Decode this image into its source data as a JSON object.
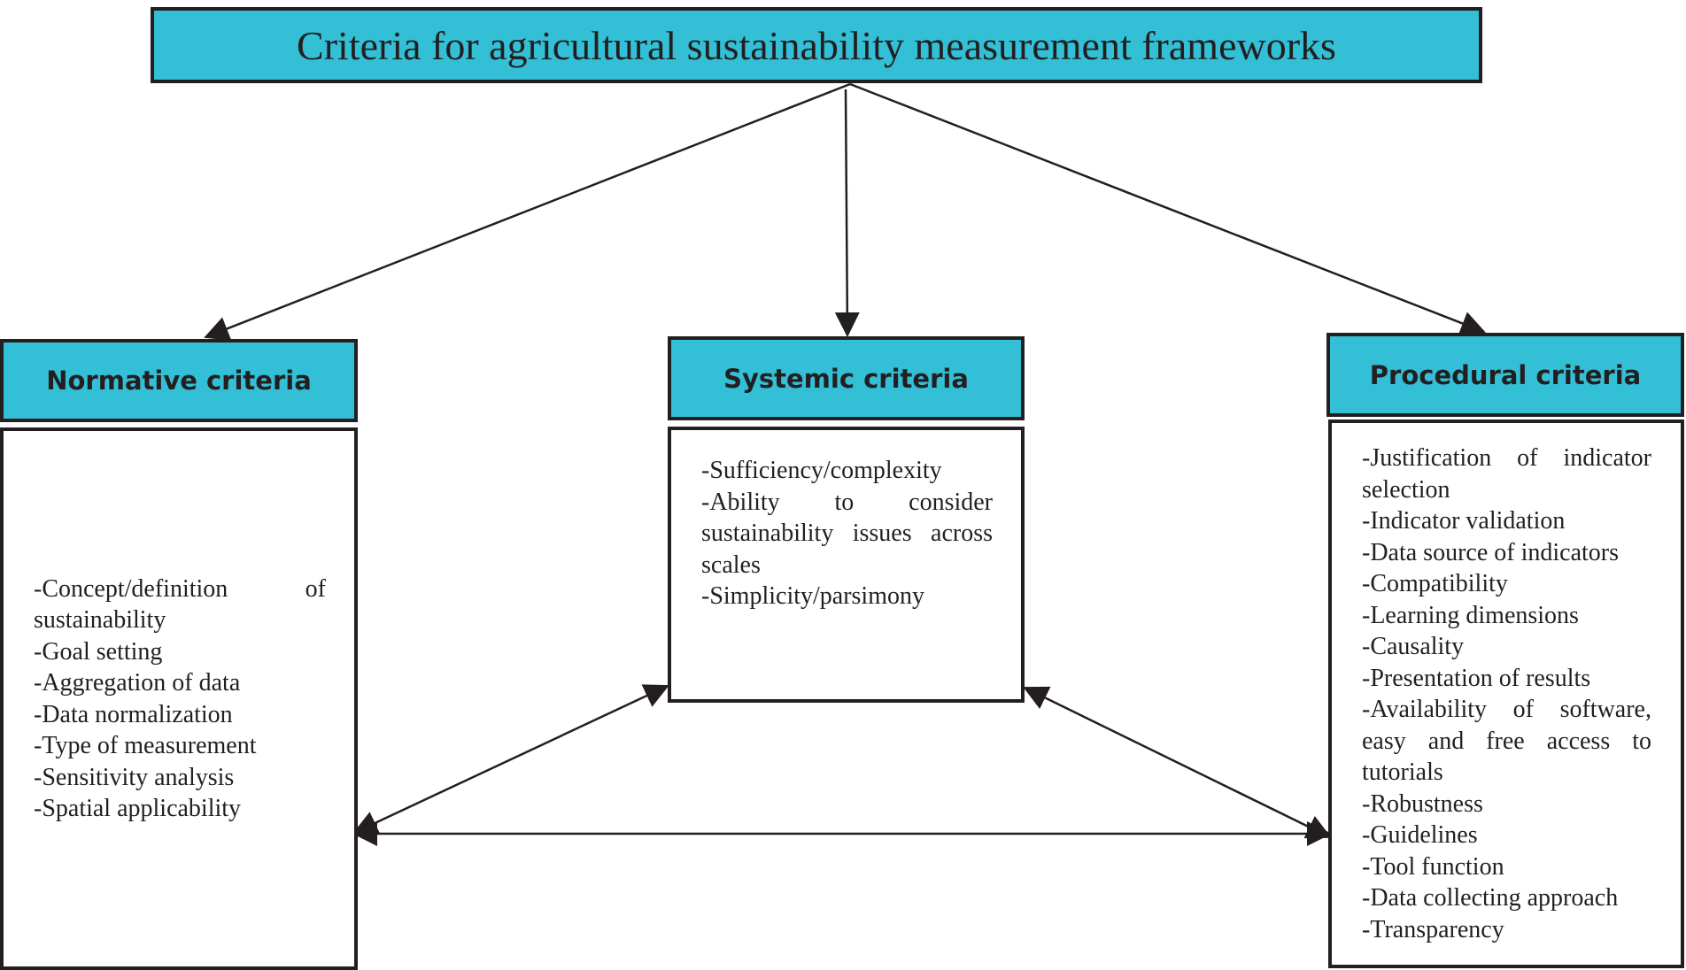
{
  "colors": {
    "box_fill": "#33bfd6",
    "border": "#231f20",
    "text": "#231f20"
  },
  "title": "Criteria for agricultural sustainability measurement frameworks",
  "normative": {
    "heading": "Normative criteria",
    "items": [
      "-Concept/definition of sustainability",
      "-Goal setting",
      "-Aggregation of data",
      "-Data normalization",
      "-Type of measurement",
      "-Sensitivity analysis",
      "-Spatial applicability"
    ]
  },
  "systemic": {
    "heading": "Systemic criteria",
    "items": [
      "-Sufficiency/complexity",
      "-Ability to consider sustainability issues across scales",
      "-Simplicity/parsimony"
    ]
  },
  "procedural": {
    "heading": "Procedural criteria",
    "items": [
      "-Justification of indicator selection",
      "-Indicator validation",
      "-Data source of indicators",
      "-Compatibility",
      "-Learning dimensions",
      "-Causality",
      "-Presentation of results",
      "-Availability of software, easy and free access to tutorials",
      "-Robustness",
      "-Guidelines",
      "-Tool function",
      "-Data collecting approach",
      "-Transparency"
    ]
  }
}
